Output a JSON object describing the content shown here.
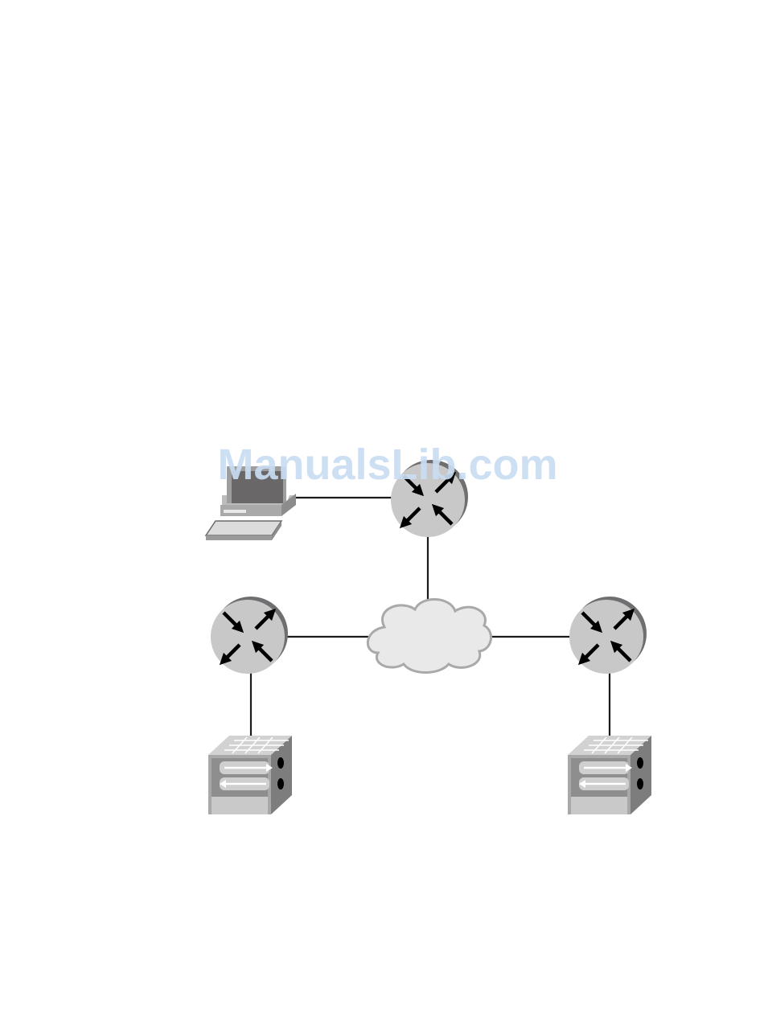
{
  "watermark": {
    "text": "ManualsLib.com",
    "color": "#c9dcf2"
  },
  "nodes": [
    {
      "id": "host",
      "type": "laptop-icon"
    },
    {
      "id": "router-top",
      "type": "router-icon"
    },
    {
      "id": "router-left",
      "type": "router-icon"
    },
    {
      "id": "router-right",
      "type": "router-icon"
    },
    {
      "id": "network",
      "type": "cloud-icon"
    },
    {
      "id": "firewall-left",
      "type": "firewall-icon"
    },
    {
      "id": "firewall-right",
      "type": "firewall-icon"
    }
  ],
  "links": [
    {
      "from": "host",
      "to": "router-top"
    },
    {
      "from": "router-top",
      "to": "network"
    },
    {
      "from": "router-left",
      "to": "network"
    },
    {
      "from": "network",
      "to": "router-right"
    },
    {
      "from": "router-left",
      "to": "firewall-left"
    },
    {
      "from": "router-right",
      "to": "firewall-right"
    }
  ],
  "colors": {
    "router": "#c8c8c9",
    "router_shadow": "#6f6e70",
    "link": "#1a1a1a",
    "cloud": "#e9e9ea",
    "cloud_outline": "#a9a9aa",
    "device_light": "#c9c9c9",
    "device_mid": "#a5a5a5",
    "device_dark": "#7d7d7d",
    "screen": "#6a6768"
  }
}
